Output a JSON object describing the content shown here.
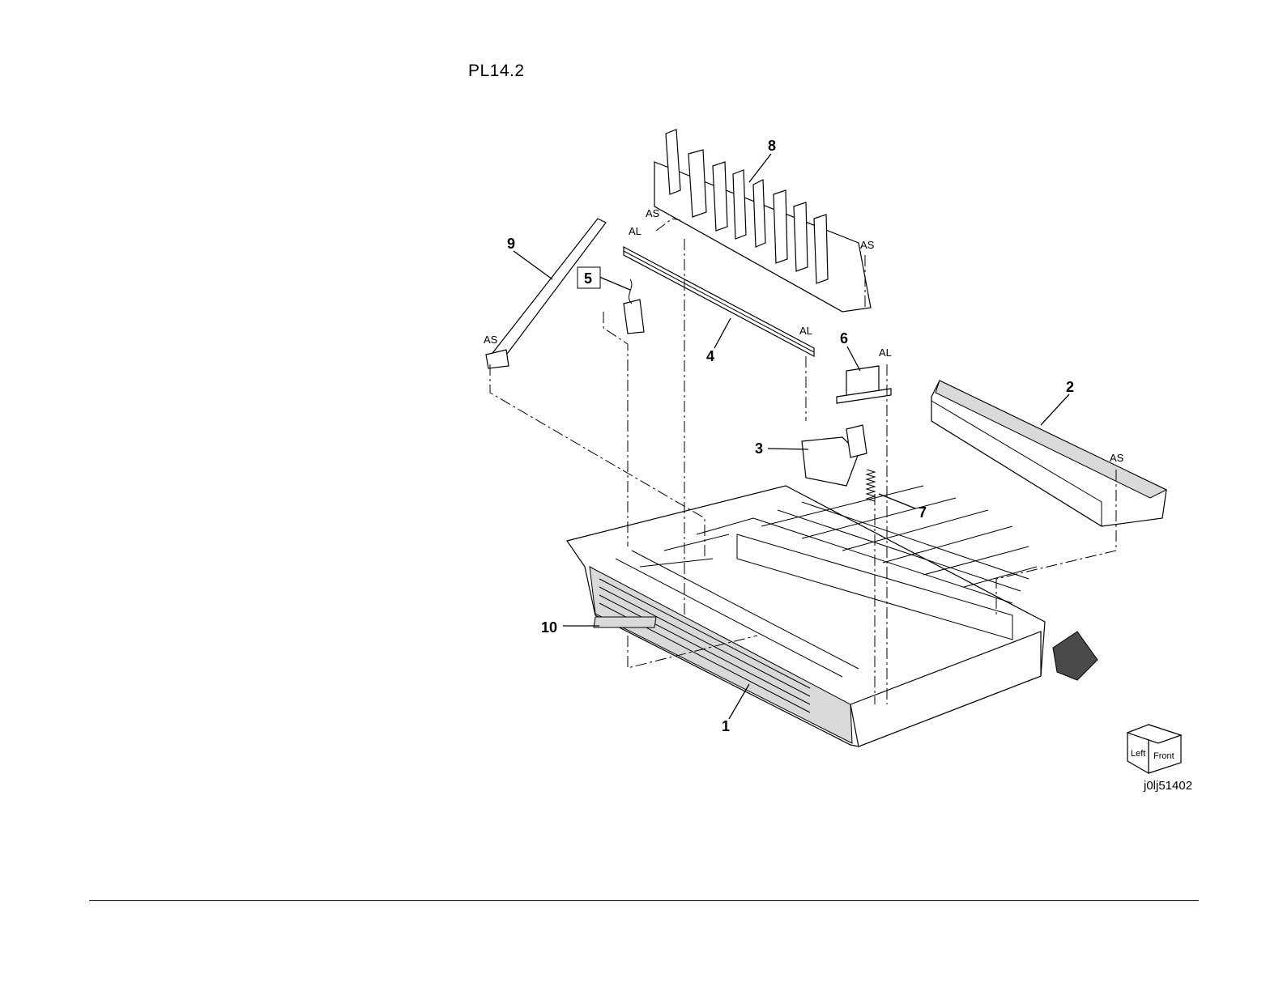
{
  "header": {
    "page_ref": "PL14.2"
  },
  "figure": {
    "id": "j0lj51402",
    "orientation_cube": {
      "left_label": "Left",
      "front_label": "Front"
    }
  },
  "callouts": {
    "c1": "1",
    "c2": "2",
    "c3": "3",
    "c4": "4",
    "c5": "5",
    "c6": "6",
    "c7": "7",
    "c8": "8",
    "c9": "9",
    "c10": "10"
  },
  "tags": {
    "as_top": "AS",
    "as_right_top": "AS",
    "as_left": "AS",
    "as_right": "AS",
    "al_left": "AL",
    "al_mid": "AL",
    "al_right": "AL"
  }
}
